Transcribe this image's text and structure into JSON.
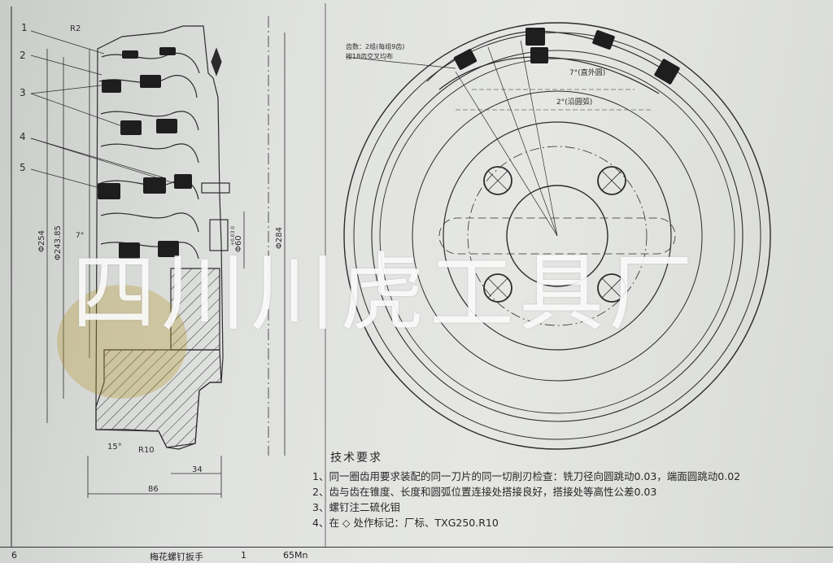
{
  "watermark": "四川川虎工具厂",
  "left_view": {
    "callouts": [
      "1",
      "2",
      "3",
      "4",
      "5"
    ],
    "radius_top": "R2",
    "radius_bottom": "R10",
    "angle_side": "7°",
    "angle_bottom": "15°",
    "dim_dia_254": "Φ254",
    "dim_dia_24385": "Φ243.85",
    "dim_dia_284": "Φ284",
    "dim_dia_60": "Φ60",
    "dim_dia_60_tol": "+0.03 0",
    "dim_34": "34",
    "dim_86": "86"
  },
  "right_view": {
    "note_line1": "齿数：2组(每组9齿)",
    "note_line2": "按18齿交叉均布",
    "angle_outer": "7°(直外圆)",
    "angle_arc": "2°(沿圆弧)"
  },
  "tech_requirements": {
    "title": "技术要求",
    "items": [
      "1、同一圈齿用要求装配的同一刀片的同一切削刃检查：铣刀径向圆跳动0.03，端面圆跳动0.02",
      "2、齿与齿在锥度、长度和圆弧位置连接处搭接良好，搭接处等高性公差0.03",
      "3、螺钉注二硫化钼",
      "4、在 ◇ 处作标记：厂标、TXG250.R10"
    ]
  },
  "title_block": {
    "row_no": "6",
    "part_name": "梅花螺钉扳手",
    "qty": "1",
    "material": "65Mn"
  }
}
